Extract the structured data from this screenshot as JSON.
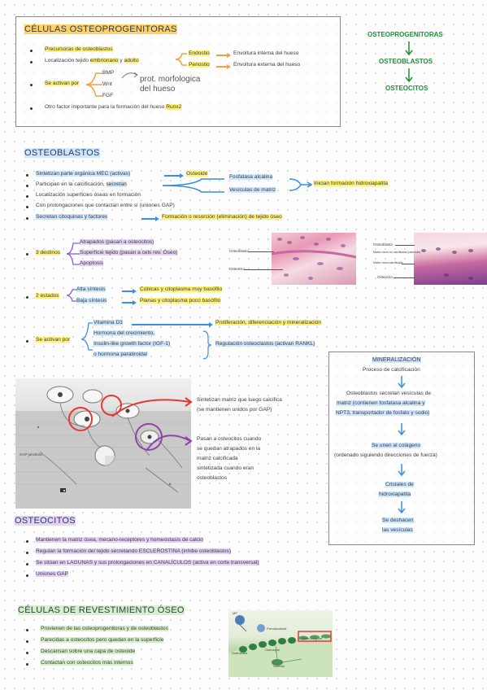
{
  "progenitoras": {
    "title": "CÉLULAS OSTEOPROGENITORAS",
    "b1": "Precursoras de osteoblastos",
    "b2_pre": "Localización tejido",
    "b2_emb": "embrionario",
    "b2_and": "y",
    "b2_adult": "adulto",
    "endostio": "Endostio",
    "endostio_desc": "Envoltura interna del hueso",
    "periostio": "Periostio",
    "periostio_desc": "Envoltura externa del hueso",
    "activan": "Se activan por",
    "factors": [
      "BMP",
      "Wnt",
      "FGF"
    ],
    "prot": "prot. morfologica del hueso",
    "b4_pre": "Otro factor importante para la formación del hueso",
    "b4_hl": "Runx2"
  },
  "lineage": {
    "a": "OSTEOPROGENITORAS",
    "b": "OSTEOBLASTOS",
    "c": "OSTEOCITOS"
  },
  "osteoblastos": {
    "title": "OSTEOBLASTOS",
    "l1_a": "Sintetizan parte orgánica MEC (activas)",
    "l1_b": "Osteoide",
    "l2_a": "Participan en la calcificación,",
    "l2_b": "secretan",
    "fosf": "Fosfatasa alcalina",
    "vesic": "Vesículas de matriz",
    "inician": "Inician formación hidroxiapatita",
    "l3": "Localización superficies óseas en formación",
    "l4": "Con prolongaciones que contactan entre sí (uniones GAP)",
    "l5_a": "Secretan citoquinas y factores",
    "l5_b": "Formación o resorción (eliminación) de tejido óseo",
    "destinos": "3 destinos",
    "d1": "Atrapados (pasan a osteocitos)",
    "d2": "Superfície tejido (pasan a cels rev. Óseo)",
    "d3": "Apoptosis",
    "estados": "2 estados",
    "e1_a": "Alta síntesis",
    "e1_b": "Cúbicas y citoplasma muy basófilo",
    "e2_a": "Baja síntesis",
    "e2_b": "Planas y citoplasma poco basófilo",
    "activan": "Se activan por",
    "act1": "Vitamina D3",
    "act2": "Hormona del crecimiento,",
    "act3": "Insulin-like growth factor (IGF-1)",
    "act4": "o hormona paratiroidal",
    "prolif": "Proliferación, diferenciación y mineralización",
    "regul": "Regulación osteoclastos (activan RANKL)",
    "img1_labels": [
      "Osteoblasto",
      "Osteocito"
    ],
    "img2_labels": [
      "Osteoblasto",
      "Matriz ósea no calcificada (osteoide)",
      "Matriz ósea calcificada",
      "Osteocito"
    ],
    "diag_sint_1": "Sintetizan matriz que luego calcifica",
    "diag_sint_2": "(se mantienen unidos por GAP)",
    "diag_pas": [
      "Pasan a osteocitos cuando",
      "se quedan atrapados en la",
      "matriz calcificada",
      "sintetizada cuando eran",
      "osteoblastos"
    ],
    "gap_label": "GAP junctions"
  },
  "mineral": {
    "title": "MINERALIZACIÓN",
    "sub": "Proceso de calcificación",
    "s1": [
      "Osteoblastos secretan vesículas de",
      "matriz (contienen fosfatasa alcalina y",
      "NPT3, transportador de fosfato y sodio)"
    ],
    "s2": [
      "Se unen al colágeno",
      "(ordenado siguiendo direcciones de fuerza)"
    ],
    "s3": [
      "Cristales de",
      "hidroxiapatita"
    ],
    "s4": [
      "Se deshacen",
      "las vesículas"
    ]
  },
  "osteocitos": {
    "title": "OSTEOCITOS",
    "b1": "Mantienen la matriz ósea, mecano-receptores y homeostasis de calcio",
    "b2": "Regulan la formación del tejido secretando ESCLEROSTINA (inhibe osteoblastos)",
    "b3": "Se sitúan en LAGUNAS y sus prolongaciones en CANALÍCULOS (activa en corte transversal)",
    "b4": "Uniones GAP"
  },
  "revestimiento": {
    "title": "CÉLULAS DE REVESTIMIENTO ÓSEO",
    "b1": "Provienen de las osteoprogenitoras y de osteoblastos",
    "b2": "Parecidas a osteocitos pero quedan en la superficie",
    "b3": "Descansan sobre una capa de osteoide",
    "b4": "Contactan con osteocitos más internos",
    "img_labels": [
      "MP",
      "Preosteoblast",
      "Osteoblast",
      "Osteocyte",
      "Osteoid",
      "Bone lining cell"
    ]
  },
  "colors": {
    "highlight_yellow": "#fff27a",
    "orange": "#f0a040",
    "blue": "#3a8ee6",
    "green": "#1f8f3a"
  }
}
